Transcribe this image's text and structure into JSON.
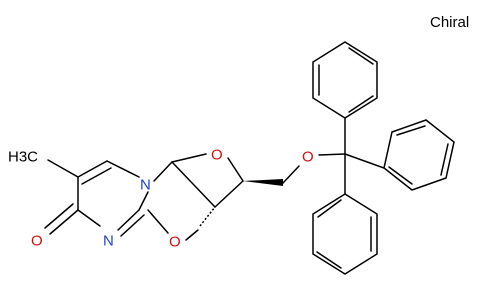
{
  "annotation": {
    "chiral_label": "Chiral"
  },
  "atoms": {
    "methyl": "H3C",
    "ring_nitrogen_1": "N",
    "ring_nitrogen_2": "N",
    "carbonyl_oxygen": "O",
    "bridge_oxygen_top": "O",
    "bridge_oxygen_bottom": "O",
    "ether_oxygen": "O"
  },
  "colors": {
    "bond": "#000000",
    "nitrogen": "#1f3fd0",
    "oxygen": "#d01010",
    "text": "#000000"
  }
}
